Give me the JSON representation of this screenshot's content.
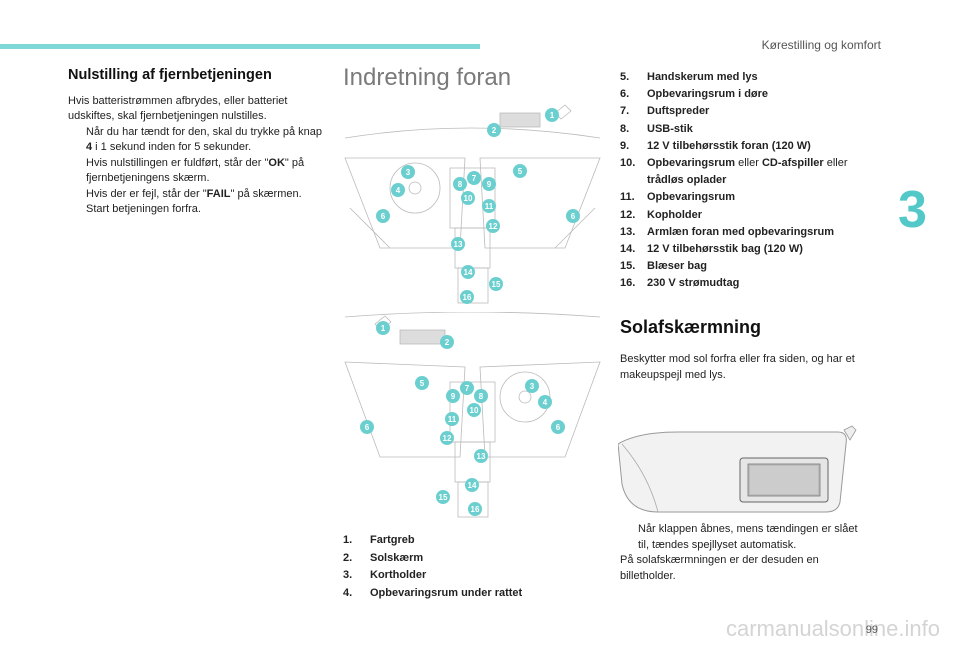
{
  "header": {
    "section": "Kørestilling og komfort",
    "chapter": "3"
  },
  "footer": {
    "page_number": "99",
    "watermark": "carmanualsonline.info"
  },
  "nulstilling": {
    "title": "Nulstilling af fjernbetjeningen",
    "intro": "Hvis batteristrømmen afbrydes, eller batteriet udskiftes, skal fjernbetjeningen nulstilles.",
    "bullet_glyph": "",
    "b1_part1": "Når du har tændt for den, skal du trykke på knap ",
    "b1_key": "4",
    "b1_part2": " i 1 sekund inden for 5 sekunder.",
    "b1_line2_a": "Hvis nulstillingen er fuldført, står der \"",
    "b1_ok": "OK",
    "b1_line2_b": "\" på fjernbetjeningens skærm.",
    "b1_line3_a": "Hvis der er fejl, står der \"",
    "b1_fail": "FAIL",
    "b1_line3_b": "\" på skærmen.",
    "b2": "Start betjeningen forfra."
  },
  "indretning": {
    "title": "Indretning foran"
  },
  "list_a": [
    {
      "n": "1.",
      "t": "Fartgreb"
    },
    {
      "n": "2.",
      "t": "Solskærm"
    },
    {
      "n": "3.",
      "t": "Kortholder"
    },
    {
      "n": "4.",
      "t": "Opbevaringsrum under rattet"
    }
  ],
  "list_b": [
    {
      "n": "5.",
      "t": "Handskerum med lys"
    },
    {
      "n": "6.",
      "t": "Opbevaringsrum i døre"
    },
    {
      "n": "7.",
      "t": "Duftspreder"
    },
    {
      "n": "8.",
      "t": "USB-stik"
    },
    {
      "n": "9.",
      "t": "12 V tilbehørsstik foran (120 W)"
    },
    {
      "n": "11.",
      "t": "Opbevaringsrum"
    },
    {
      "n": "12.",
      "t": "Kopholder"
    },
    {
      "n": "13.",
      "t": "Armlæn foran med opbevaringsrum"
    },
    {
      "n": "14.",
      "t": "12 V tilbehørsstik bag (120 W)"
    },
    {
      "n": "15.",
      "t": "Blæser bag"
    },
    {
      "n": "16.",
      "t": "230 V strømudtag"
    }
  ],
  "list_b_10": {
    "n": "10.",
    "p1": "Opbevaringsrum",
    "p2": " eller ",
    "p3": "CD-afspiller",
    "p4": " eller",
    "p5": "trådløs oplader"
  },
  "solafskaerm": {
    "title": "Solafskærmning",
    "intro": "Beskytter mod sol forfra eller fra siden, og har et makeupspejl med lys.",
    "bullet": "Når klappen åbnes, mens tændingen er slået til, tændes spejllyset automatisk.",
    "outro": "På solafskærmningen er der desuden en billetholder."
  },
  "diagram_labels": [
    "1",
    "2",
    "3",
    "4",
    "5",
    "6",
    "7",
    "8",
    "9",
    "10",
    "11",
    "12",
    "13",
    "14",
    "15",
    "16"
  ],
  "colors": {
    "accent": "#6ccfcf",
    "topbar": "#7fd8d8"
  }
}
